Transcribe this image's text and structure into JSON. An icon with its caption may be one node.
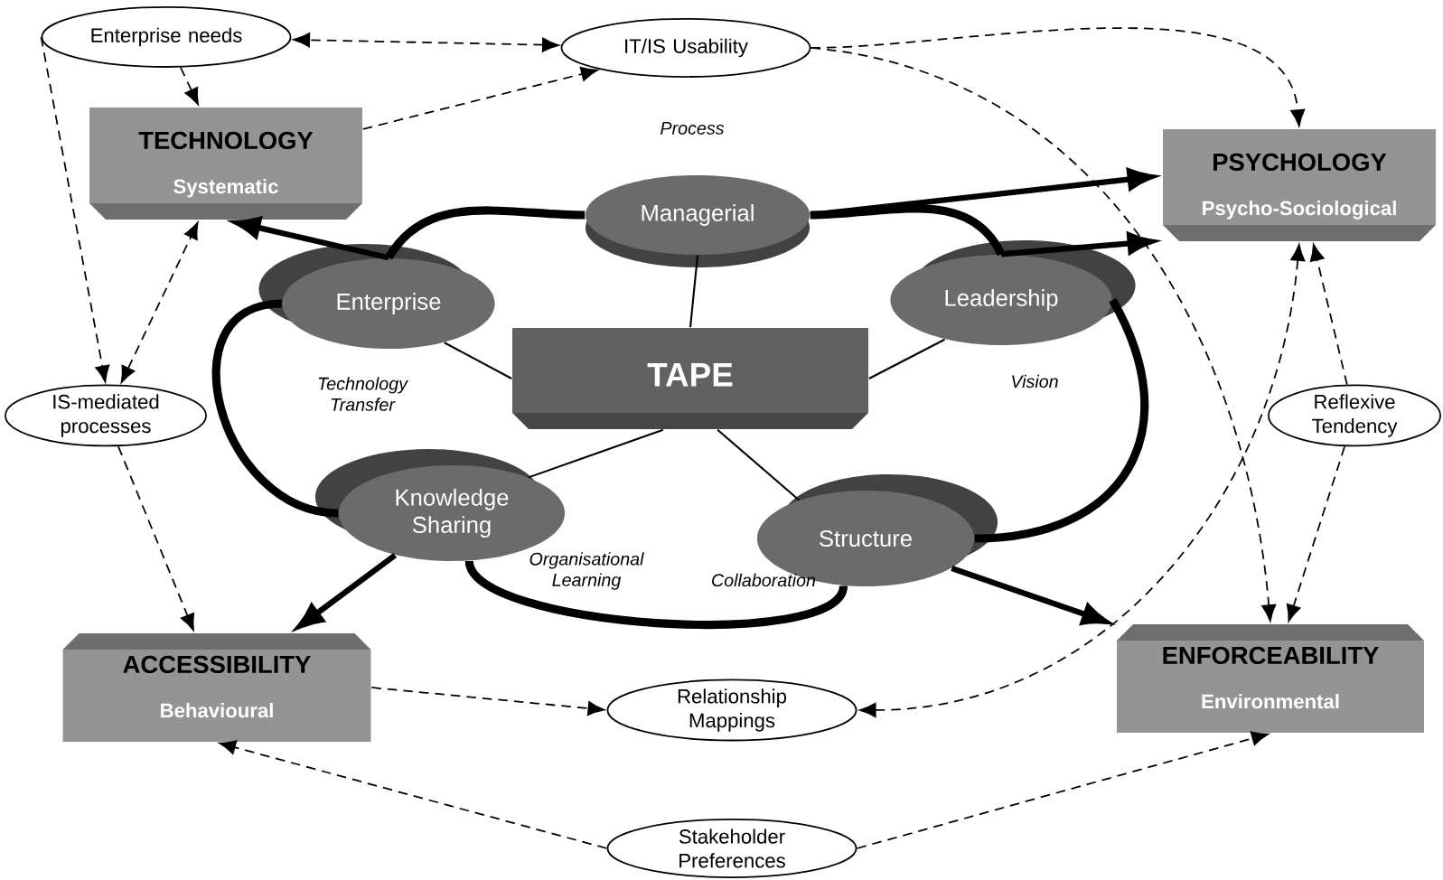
{
  "diagram": {
    "nodes": [
      {
        "text": [
          "Enterprise needs"
        ]
      },
      {
        "text": [
          "IT/IS Usability"
        ]
      },
      {
        "text": [
          "TECHNOLOGY",
          "Systematic"
        ]
      },
      {
        "text": [
          "PSYCHOLOGY",
          "Psycho-Sociological"
        ]
      },
      {
        "text": [
          "Managerial"
        ]
      },
      {
        "text": [
          "Enterprise"
        ]
      },
      {
        "text": [
          "Leadership"
        ]
      },
      {
        "text": [
          "TAPE"
        ]
      },
      {
        "text": [
          "IS-mediated processes"
        ]
      },
      {
        "text": [
          "Reflexive Tendency"
        ]
      },
      {
        "text": [
          "Knowledge Sharing"
        ]
      },
      {
        "text": [
          "Structure"
        ]
      },
      {
        "text": [
          "ACCESSIBILITY",
          "Behavioural"
        ]
      },
      {
        "text": [
          "Relationship Mappings"
        ]
      },
      {
        "text": [
          "ENFORCEABILITY",
          "Environmental"
        ]
      },
      {
        "text": [
          "Stakeholder Preferences"
        ]
      }
    ],
    "edges": [
      {
        "from": 7,
        "to": 4,
        "arrow": "none"
      },
      {
        "from": 7,
        "to": 5,
        "arrow": "none"
      },
      {
        "from": 7,
        "to": 6,
        "arrow": "none"
      },
      {
        "from": 7,
        "to": 10,
        "arrow": "none"
      },
      {
        "from": 7,
        "to": 11,
        "arrow": "none"
      },
      {
        "from": 5,
        "to": 4,
        "arrow": "none",
        "style": "thick"
      },
      {
        "from": 4,
        "to": 6,
        "arrow": "none",
        "style": "thick"
      },
      {
        "from": 6,
        "to": 11,
        "arrow": "none",
        "style": "thick"
      },
      {
        "from": 11,
        "to": 10,
        "arrow": "none",
        "style": "thick"
      },
      {
        "from": 10,
        "to": 5,
        "arrow": "none",
        "style": "thick"
      },
      {
        "from": 5,
        "to": 2,
        "arrow": "to",
        "style": "thick"
      },
      {
        "from": 4,
        "to": 3,
        "arrow": "to",
        "style": "thick"
      },
      {
        "from": 6,
        "to": 3,
        "arrow": "to",
        "style": "thick"
      },
      {
        "from": 10,
        "to": 12,
        "arrow": "to",
        "style": "thick"
      },
      {
        "from": 11,
        "to": 14,
        "arrow": "to",
        "style": "thick"
      },
      {
        "from": 1,
        "to": 0,
        "arrow": "both",
        "style": "dashed"
      },
      {
        "from": 0,
        "to": 2,
        "arrow": "to",
        "style": "dashed"
      },
      {
        "from": 2,
        "to": 1,
        "arrow": "to",
        "style": "dashed"
      },
      {
        "from": 0,
        "to": 8,
        "arrow": "to",
        "style": "dashed"
      },
      {
        "from": 8,
        "to": 2,
        "arrow": "both",
        "style": "dashed"
      },
      {
        "from": 1,
        "to": 3,
        "arrow": "to",
        "style": "dashed"
      },
      {
        "from": 1,
        "to": 14,
        "arrow": "to",
        "style": "dashed"
      },
      {
        "from": 3,
        "to": 13,
        "arrow": "both",
        "style": "dashed"
      },
      {
        "from": 9,
        "to": 3,
        "arrow": "to",
        "style": "dashed"
      },
      {
        "from": 9,
        "to": 14,
        "arrow": "to",
        "style": "dashed"
      },
      {
        "from": 8,
        "to": 12,
        "arrow": "to",
        "style": "dashed"
      },
      {
        "from": 12,
        "to": 13,
        "arrow": "to",
        "style": "dashed"
      },
      {
        "from": 15,
        "to": 12,
        "arrow": "to",
        "style": "dashed"
      },
      {
        "from": 15,
        "to": 14,
        "arrow": "to",
        "style": "dashed"
      }
    ],
    "labels": [
      "Process",
      "Technology Transfer",
      "Vision",
      "Organisational Learning",
      "Collaboration"
    ]
  }
}
